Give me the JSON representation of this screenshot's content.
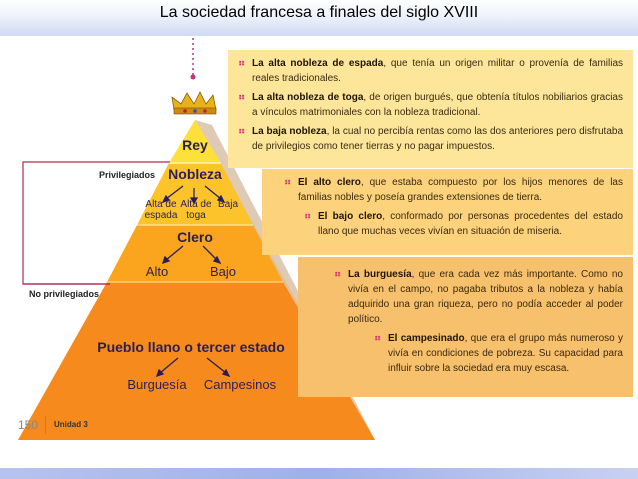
{
  "title": "La sociedad francesa a finales del siglo XVIII",
  "pyramid": {
    "rey": "Rey",
    "nobleza": "Nobleza",
    "nobleza_sub": [
      {
        "line1": "Alta de",
        "line2": "espada"
      },
      {
        "line1": "Alta de",
        "line2": "toga"
      },
      {
        "line1": "Baja",
        "line2": ""
      }
    ],
    "clero": "Clero",
    "clero_sub": [
      "Alto",
      "Bajo"
    ],
    "pueblo": "Pueblo llano o tercer estado",
    "pueblo_sub": [
      "Burguesía",
      "Campesinos"
    ]
  },
  "side_labels": {
    "privilegiados": "Privilegiados",
    "no_privilegiados": "No privilegiados"
  },
  "nobleza_items": [
    {
      "bold": "La alta nobleza de espada",
      "text": ", que tenía un origen militar o provenía de familias reales tradicionales."
    },
    {
      "bold": "La alta nobleza de toga",
      "text": ", de origen burgués, que obtenía títulos nobiliarios gracias a vínculos matrimoniales con la nobleza tradicional."
    },
    {
      "bold": "La baja nobleza",
      "text": ", la cual no percibía rentas como las dos anteriores pero disfrutaba de privilegios como tener tierras y no pagar impuestos."
    }
  ],
  "clero_items": [
    {
      "bold": "El alto clero",
      "text": ", que estaba compuesto por los hijos menores de las familias nobles y poseía grandes extensiones de tierra."
    },
    {
      "bold": "El bajo clero",
      "text": ", conformado por personas procedentes del estado llano que muchas veces vivían en situación de miseria."
    }
  ],
  "pueblo_items": [
    {
      "bold": "La burguesía",
      "text": ", que era cada vez más importante. Como no vivía en el campo, no pagaba tributos a la nobleza y había adquirido una gran riqueza, pero no podía acceder al poder político."
    },
    {
      "bold": "El campesinado",
      "text": ", que era el grupo más numeroso y vivía en condiciones de pobreza. Su capacidad para influir sobre la sociedad era muy escasa."
    }
  ],
  "bullet_glyph": "⠶",
  "footer": {
    "page": "150",
    "unit": "Unidad 3"
  },
  "colors": {
    "bullet": "#d9307a",
    "rey": "#fde03a",
    "nobleza": "#fcc42a",
    "clero": "#fba51e",
    "pueblo": "#f78a1c"
  },
  "icons": {
    "crown": "crown-icon"
  }
}
